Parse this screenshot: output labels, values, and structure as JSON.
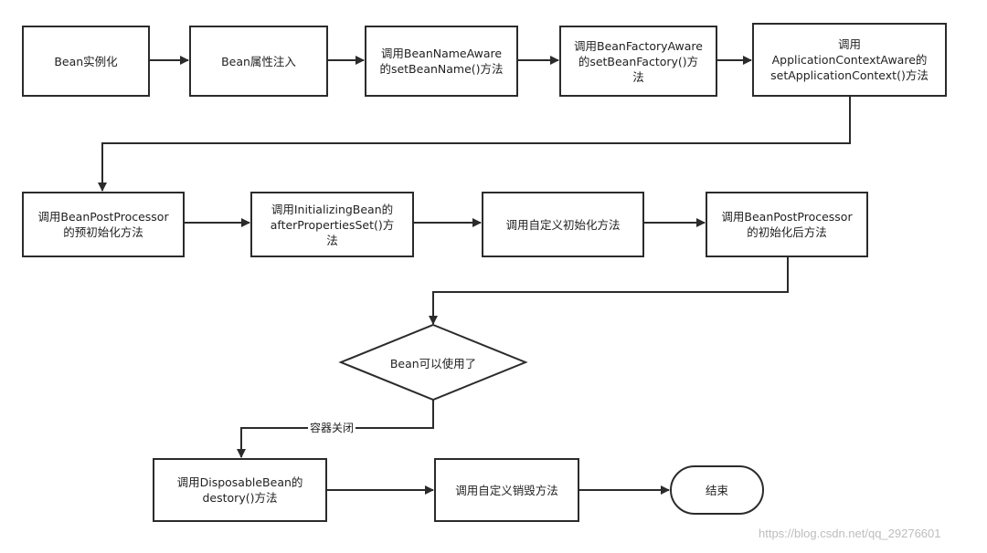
{
  "nodes": {
    "bean_instantiate": "Bean实例化",
    "bean_property_inject": "Bean属性注入",
    "bean_name_aware": "调用BeanNameAware\n的setBeanName()方法",
    "bean_factory_aware": "调用BeanFactoryAware\n的setBeanFactory()方\n法",
    "app_context_aware": "调用\nApplicationContextAware的\nsetApplicationContext()方法",
    "bpp_before_init": "调用BeanPostProcessor\n的预初始化方法",
    "initializing_bean": "调用InitializingBean的\nafterPropertiesSet()方\n法",
    "custom_init": "调用自定义初始化方法",
    "bpp_after_init": "调用BeanPostProcessor\n的初始化后方法",
    "bean_ready_decision": "Bean可以使用了",
    "disposable_bean": "调用DisposableBean的\ndestory()方法",
    "custom_destroy": "调用自定义销毁方法",
    "end": "结束"
  },
  "edge_labels": {
    "container_close": "容器关闭"
  },
  "watermark": "https://blog.csdn.net/qq_29276601"
}
